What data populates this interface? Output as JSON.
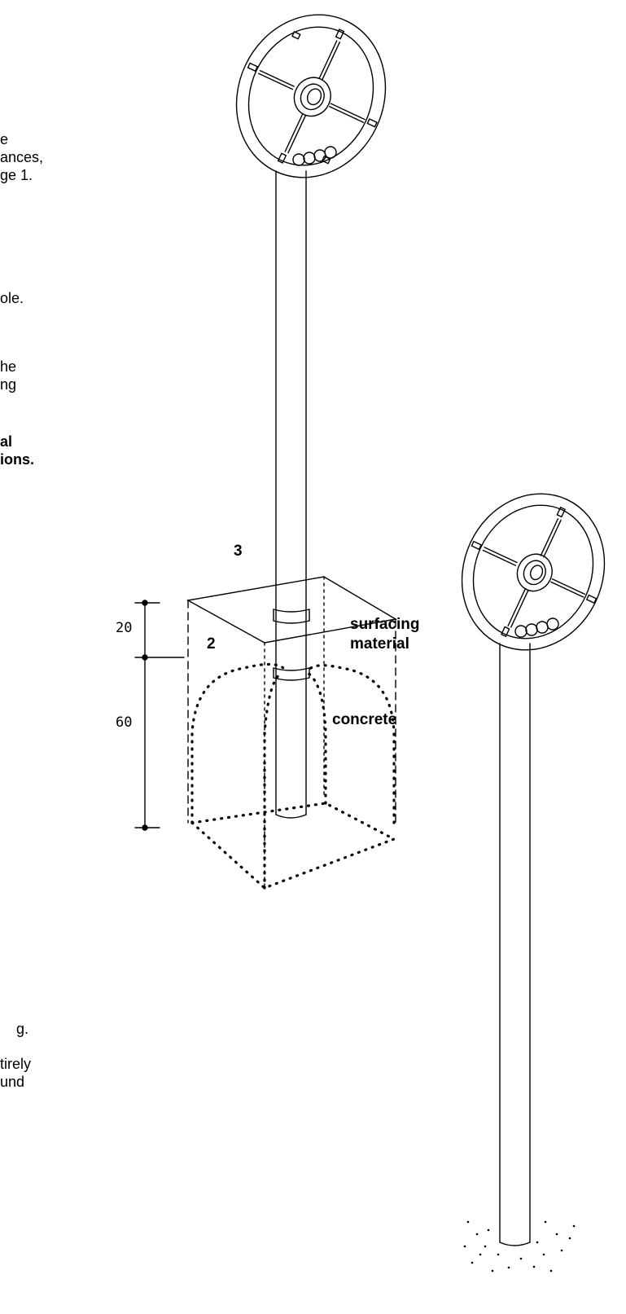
{
  "text_fragments": [
    "e",
    "ances,",
    "ge 1.",
    "ole.",
    "he",
    "ng",
    "al",
    "ions."
  ],
  "bottom_fragments": [
    "g.",
    "tirely",
    "und"
  ],
  "labels": {
    "step_3": "3",
    "step_2": "2",
    "surfacing_line1": "surfacing",
    "surfacing_line2": "material",
    "concrete": "concrete"
  },
  "dimensions": {
    "surfacing_depth": "20",
    "concrete_depth": "60"
  },
  "icons": [
    "sun-wheel-icon",
    "dimension-arrow-icon"
  ]
}
